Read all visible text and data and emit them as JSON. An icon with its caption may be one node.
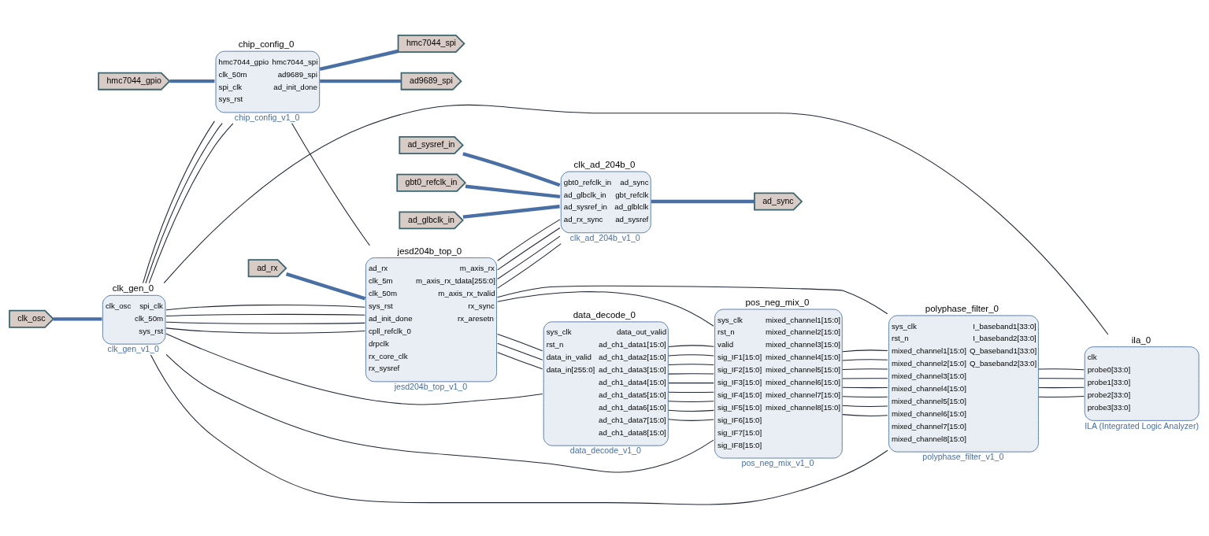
{
  "diagram": {
    "nodes": [
      {
        "text": [
          "hmc7044_gpio"
        ]
      },
      {
        "text": [
          "ad_rx"
        ]
      },
      {
        "text": [
          "gbt0_refclk_in"
        ]
      },
      {
        "text": [
          "ad_glbclk_in"
        ]
      },
      {
        "text": [
          "ad_sysref_in"
        ]
      },
      {
        "text": [
          "clk_osc"
        ]
      },
      {
        "text": [
          "clk_ad_204b_0",
          "gbt0_refclk_in",
          "ad_glbclk_in",
          "ad_sysref_in",
          "ad_rx_sync",
          "ad_sync",
          "gbt_refclk",
          "ad_glblclk",
          "ad_sysref"
        ],
        "beside": [
          "clk_ad_204b_v1_0"
        ]
      },
      {
        "text": [
          "clk_gen_0",
          "clk_osc",
          "spi_clk",
          "clk_50m",
          "sys_rst"
        ],
        "beside": [
          "clk_gen_v1_0"
        ]
      },
      {
        "text": [
          "jesd204b_top_0",
          "ad_rx",
          "clk_5m",
          "clk_50m",
          "sys_rst",
          "ad_init_done",
          "cpll_refclk_0",
          "drpclk",
          "rx_core_clk",
          "rx_sysref",
          "m_axis_rx",
          "m_axis_rx_tdata[255:0]",
          "m_axis_rx_tvalid",
          "rx_sync",
          "rx_aresetn"
        ],
        "beside": [
          "jesd204b_top_v1_0"
        ]
      },
      {
        "text": [
          "ad_sync"
        ]
      },
      {
        "text": [
          "chip_config_0",
          "hmc7044_gpio",
          "clk_50m",
          "spi_clk",
          "sys_rst",
          "hmc7044_spi",
          "ad9689_spi",
          "ad_init_done"
        ],
        "beside": [
          "chip_config_v1_0"
        ]
      },
      {
        "text": [
          "hmc7044_spi"
        ]
      },
      {
        "text": [
          "ad9689_spi"
        ]
      },
      {
        "text": [
          "data_decode_0",
          "sys_clk",
          "rst_n",
          "data_in_valid",
          "data_in[255:0]",
          "data_out_valid",
          "ad_ch1_data1[15:0]",
          "ad_ch1_data2[15:0]",
          "ad_ch1_data3[15:0]",
          "ad_ch1_data4[15:0]",
          "ad_ch1_data5[15:0]",
          "ad_ch1_data6[15:0]",
          "ad_ch1_data7[15:0]",
          "ad_ch1_data8[15:0]"
        ],
        "beside": [
          "data_decode_v1_0"
        ]
      },
      {
        "text": [
          "pos_neg_mix_0",
          "sys_clk",
          "rst_n",
          "valid",
          "sig_IF1[15:0]",
          "sig_IF2[15:0]",
          "sig_IF3[15:0]",
          "sig_IF4[15:0]",
          "sig_IF5[15:0]",
          "sig_IF6[15:0]",
          "sig_IF7[15:0]",
          "sig_IF8[15:0]",
          "mixed_channel1[15:0]",
          "mixed_channel2[15:0]",
          "mixed_channel3[15:0]",
          "mixed_channel4[15:0]",
          "mixed_channel5[15:0]",
          "mixed_channel6[15:0]",
          "mixed_channel7[15:0]",
          "mixed_channel8[15:0]"
        ],
        "beside": [
          "pos_neg_mix_v1_0"
        ]
      },
      {
        "text": [
          "polyphase_filter_0",
          "sys_clk",
          "rst_n",
          "mixed_channel1[15:0]",
          "mixed_channel2[15:0]",
          "mixed_channel3[15:0]",
          "mixed_channel4[15:0]",
          "mixed_channel5[15:0]",
          "mixed_channel6[15:0]",
          "mixed_channel7[15:0]",
          "mixed_channel8[15:0]",
          "I_baseband1[33:0]",
          "I_baseband2[33:0]",
          "Q_baseband1[33:0]",
          "Q_baseband2[33:0]"
        ],
        "beside": [
          "polyphase_filter_v1_0"
        ]
      },
      {
        "text": [
          "ila_0",
          "clk",
          "probe0[33:0]",
          "probe1[33:0]",
          "probe2[33:0]",
          "probe3[33:0]"
        ],
        "beside": [
          "ILA (Integrated Logic Analyzer)"
        ]
      }
    ],
    "edges": [
      {
        "from": 0,
        "to": 10,
        "arrow": "none",
        "style": "thick",
        "color": "#4a6fa5"
      },
      {
        "from": 1,
        "to": 8,
        "arrow": "none",
        "style": "thick",
        "color": "#4a6fa5"
      },
      {
        "from": 2,
        "to": 6,
        "arrow": "none",
        "style": "thick",
        "color": "#4a6fa5"
      },
      {
        "from": 3,
        "to": 6,
        "arrow": "none",
        "style": "thick",
        "color": "#4a6fa5"
      },
      {
        "from": 4,
        "to": 6,
        "arrow": "none",
        "style": "thick",
        "color": "#4a6fa5"
      },
      {
        "from": 5,
        "to": 7,
        "arrow": "none",
        "style": "thick",
        "color": "#4a6fa5"
      },
      {
        "from": 6,
        "to": 9,
        "arrow": "none",
        "style": "thick",
        "color": "#4a6fa5"
      },
      {
        "from": 10,
        "to": 11,
        "arrow": "none",
        "style": "thick",
        "color": "#4a6fa5"
      },
      {
        "from": 10,
        "to": 12,
        "arrow": "none",
        "style": "thick",
        "color": "#4a6fa5"
      },
      {
        "from": 6,
        "to": 8,
        "arrow": "none"
      },
      {
        "from": 6,
        "to": 8,
        "arrow": "none"
      },
      {
        "from": 6,
        "to": 8,
        "arrow": "none"
      },
      {
        "from": 8,
        "to": 6,
        "arrow": "none"
      },
      {
        "from": 7,
        "to": 10,
        "arrow": "none"
      },
      {
        "from": 7,
        "to": 8,
        "arrow": "none"
      },
      {
        "from": 7,
        "to": 8,
        "arrow": "none"
      },
      {
        "from": 7,
        "to": 8,
        "arrow": "none"
      },
      {
        "from": 7,
        "to": 10,
        "arrow": "none"
      },
      {
        "from": 7,
        "to": 8,
        "arrow": "none"
      },
      {
        "from": 7,
        "to": 10,
        "arrow": "none"
      },
      {
        "from": 10,
        "to": 8,
        "arrow": "none"
      },
      {
        "from": 8,
        "to": 13,
        "arrow": "none"
      },
      {
        "from": 8,
        "to": 13,
        "arrow": "none"
      },
      {
        "from": 7,
        "to": 13,
        "arrow": "none"
      },
      {
        "from": 7,
        "to": 14,
        "arrow": "none"
      },
      {
        "from": 7,
        "to": 15,
        "arrow": "none"
      },
      {
        "from": 7,
        "to": 16,
        "arrow": "none"
      },
      {
        "from": 8,
        "to": 13,
        "arrow": "none"
      },
      {
        "from": 8,
        "to": 14,
        "arrow": "none"
      },
      {
        "from": 8,
        "to": 15,
        "arrow": "none"
      },
      {
        "from": 13,
        "to": 14,
        "arrow": "none"
      },
      {
        "from": 13,
        "to": 14,
        "arrow": "none"
      },
      {
        "from": 13,
        "to": 14,
        "arrow": "none"
      },
      {
        "from": 13,
        "to": 14,
        "arrow": "none"
      },
      {
        "from": 13,
        "to": 14,
        "arrow": "none"
      },
      {
        "from": 13,
        "to": 14,
        "arrow": "none"
      },
      {
        "from": 13,
        "to": 14,
        "arrow": "none"
      },
      {
        "from": 13,
        "to": 14,
        "arrow": "none"
      },
      {
        "from": 13,
        "to": 14,
        "arrow": "none"
      },
      {
        "from": 14,
        "to": 15,
        "arrow": "none"
      },
      {
        "from": 14,
        "to": 15,
        "arrow": "none"
      },
      {
        "from": 14,
        "to": 15,
        "arrow": "none"
      },
      {
        "from": 14,
        "to": 15,
        "arrow": "none"
      },
      {
        "from": 14,
        "to": 15,
        "arrow": "none"
      },
      {
        "from": 14,
        "to": 15,
        "arrow": "none"
      },
      {
        "from": 14,
        "to": 15,
        "arrow": "none"
      },
      {
        "from": 14,
        "to": 15,
        "arrow": "none"
      },
      {
        "from": 15,
        "to": 16,
        "arrow": "none"
      },
      {
        "from": 15,
        "to": 16,
        "arrow": "none"
      },
      {
        "from": 15,
        "to": 16,
        "arrow": "none"
      },
      {
        "from": 15,
        "to": 16,
        "arrow": "none"
      }
    ]
  }
}
